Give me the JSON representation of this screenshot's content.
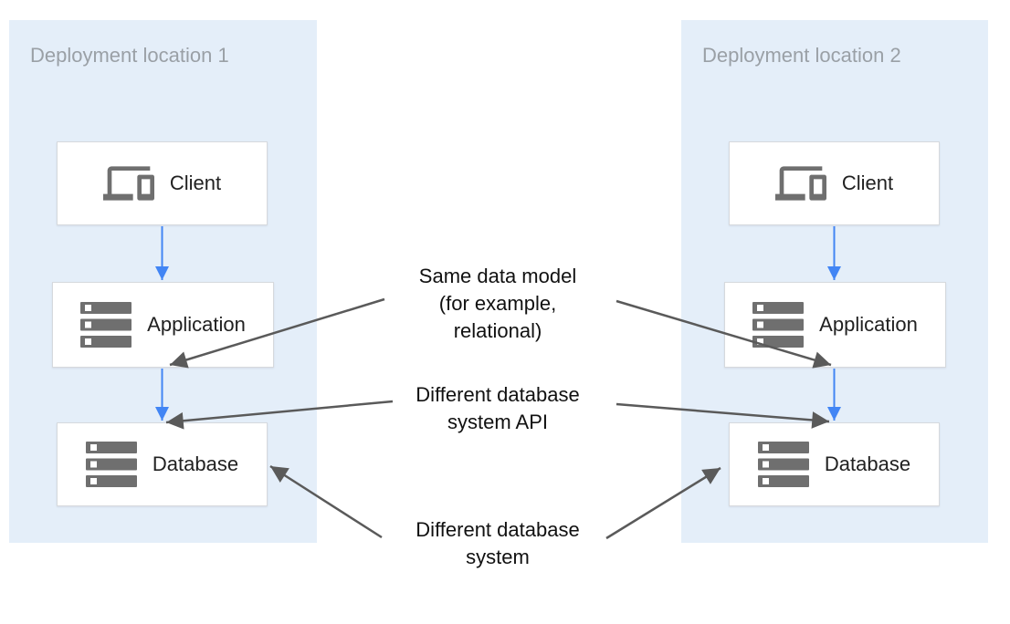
{
  "panels": [
    {
      "title": "Deployment location 1",
      "nodes": [
        {
          "label": "Client",
          "icon": "devices-icon"
        },
        {
          "label": "Application",
          "icon": "server-stack-icon"
        },
        {
          "label": "Database",
          "icon": "server-stack-icon"
        }
      ]
    },
    {
      "title": "Deployment location 2",
      "nodes": [
        {
          "label": "Client",
          "icon": "devices-icon"
        },
        {
          "label": "Application",
          "icon": "server-stack-icon"
        },
        {
          "label": "Database",
          "icon": "server-stack-icon"
        }
      ]
    }
  ],
  "annotations": [
    {
      "id": "same-data-model",
      "lines": [
        "Same data model",
        "(for example,",
        "relational)"
      ]
    },
    {
      "id": "different-db-api",
      "lines": [
        "Different database",
        "system API"
      ]
    },
    {
      "id": "different-db-system",
      "lines": [
        "Different database",
        "system"
      ]
    }
  ],
  "colors": {
    "panel_bg": "#e4eef9",
    "flow_arrow": "#4285f4",
    "annotation_arrow": "#5a5a5a",
    "box_border": "#d6d9dd",
    "icon_gray": "#6f6f6f",
    "title_gray": "#9aa0a6",
    "label_color": "#212121",
    "annotation_color": "#111111"
  }
}
